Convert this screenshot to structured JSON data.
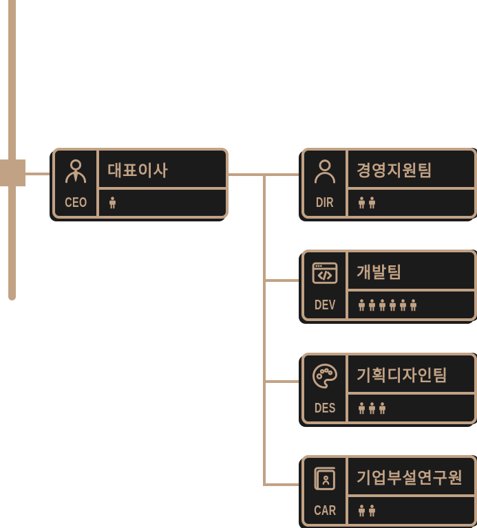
{
  "colors": {
    "accent": "#C2A284",
    "box_fill": "#1B1B1C",
    "page_background": "#FFFFFF"
  },
  "org_chart": {
    "root": {
      "code": "CEO",
      "title": "대표이사",
      "headcount": 1,
      "icon": "user-tie-icon"
    },
    "departments": [
      {
        "code": "DIR",
        "title": "경영지원팀",
        "headcount": 2,
        "icon": "user-icon"
      },
      {
        "code": "DEV",
        "title": "개발팀",
        "headcount": 6,
        "icon": "code-window-icon"
      },
      {
        "code": "DES",
        "title": "기획디자인팀",
        "headcount": 3,
        "icon": "palette-icon"
      },
      {
        "code": "CAR",
        "title": "기업부설연구원",
        "headcount": 2,
        "icon": "research-book-icon"
      }
    ]
  }
}
